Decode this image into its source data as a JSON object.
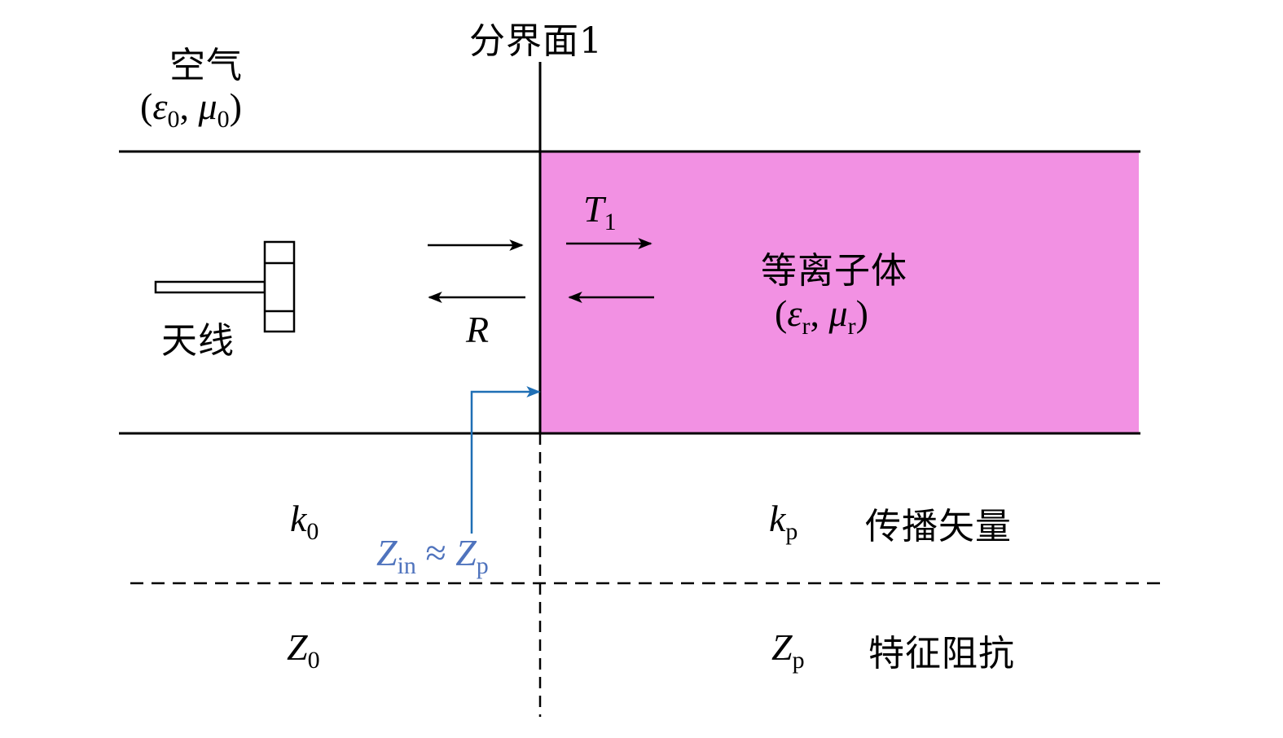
{
  "title": "分界面1",
  "air": {
    "label": "空气",
    "params": {
      "open": "(",
      "eps": "ε",
      "eps_sub": "0",
      "sep": ",",
      "mu": "μ",
      "mu_sub": "0",
      "close": ")"
    }
  },
  "plasma": {
    "label": "等离子体",
    "params": {
      "open": "(",
      "eps": "ε",
      "eps_sub": "r",
      "sep": ",",
      "mu": "μ",
      "mu_sub": "r",
      "close": ")"
    }
  },
  "antenna": {
    "label": "天线"
  },
  "reflection": {
    "symbol": "R"
  },
  "transmission": {
    "symbol": "T",
    "sub": "1"
  },
  "input_impedance": {
    "lhs": "Z",
    "lhs_sub": "in",
    "approx": "≈",
    "rhs": "Z",
    "rhs_sub": "p"
  },
  "table": {
    "rows": [
      {
        "left": {
          "sym": "k",
          "sub": "0"
        },
        "right": {
          "sym": "k",
          "sub": "p"
        },
        "desc": "传播矢量"
      },
      {
        "left": {
          "sym": "Z",
          "sub": "0"
        },
        "right": {
          "sym": "Z",
          "sub": "p"
        },
        "desc": "特征阻抗"
      }
    ]
  },
  "colors": {
    "plasma_fill": "#f291e3",
    "impedance_arrow": "#1f6fb5",
    "impedance_text": "#4f73bd",
    "line": "#000000"
  }
}
